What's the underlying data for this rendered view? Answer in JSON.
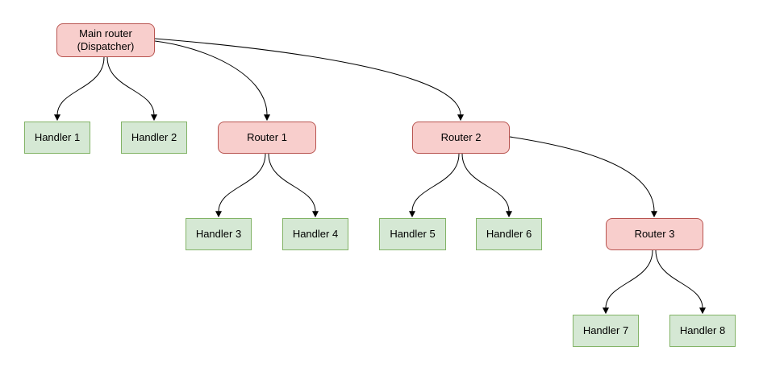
{
  "diagram": {
    "type": "tree-flowchart",
    "background": "#ffffff",
    "colors": {
      "router_fill": "#f8cecc",
      "router_border": "#b85450",
      "handler_fill": "#d5e8d4",
      "handler_border": "#82b366",
      "edge": "#000000",
      "text": "#000000"
    },
    "nodes": [
      {
        "id": "main-router",
        "label": "Main router\n(Dispatcher)",
        "kind": "router"
      },
      {
        "id": "handler-1",
        "label": "Handler 1",
        "kind": "handler"
      },
      {
        "id": "handler-2",
        "label": "Handler 2",
        "kind": "handler"
      },
      {
        "id": "router-1",
        "label": "Router 1",
        "kind": "router"
      },
      {
        "id": "router-2",
        "label": "Router 2",
        "kind": "router"
      },
      {
        "id": "handler-3",
        "label": "Handler 3",
        "kind": "handler"
      },
      {
        "id": "handler-4",
        "label": "Handler 4",
        "kind": "handler"
      },
      {
        "id": "handler-5",
        "label": "Handler 5",
        "kind": "handler"
      },
      {
        "id": "handler-6",
        "label": "Handler 6",
        "kind": "handler"
      },
      {
        "id": "router-3",
        "label": "Router 3",
        "kind": "router"
      },
      {
        "id": "handler-7",
        "label": "Handler 7",
        "kind": "handler"
      },
      {
        "id": "handler-8",
        "label": "Handler 8",
        "kind": "handler"
      }
    ],
    "edges": [
      {
        "from": "main-router",
        "to": "handler-1"
      },
      {
        "from": "main-router",
        "to": "handler-2"
      },
      {
        "from": "main-router",
        "to": "router-1"
      },
      {
        "from": "main-router",
        "to": "router-2"
      },
      {
        "from": "router-1",
        "to": "handler-3"
      },
      {
        "from": "router-1",
        "to": "handler-4"
      },
      {
        "from": "router-2",
        "to": "handler-5"
      },
      {
        "from": "router-2",
        "to": "handler-6"
      },
      {
        "from": "router-2",
        "to": "router-3"
      },
      {
        "from": "router-3",
        "to": "handler-7"
      },
      {
        "from": "router-3",
        "to": "handler-8"
      }
    ]
  }
}
